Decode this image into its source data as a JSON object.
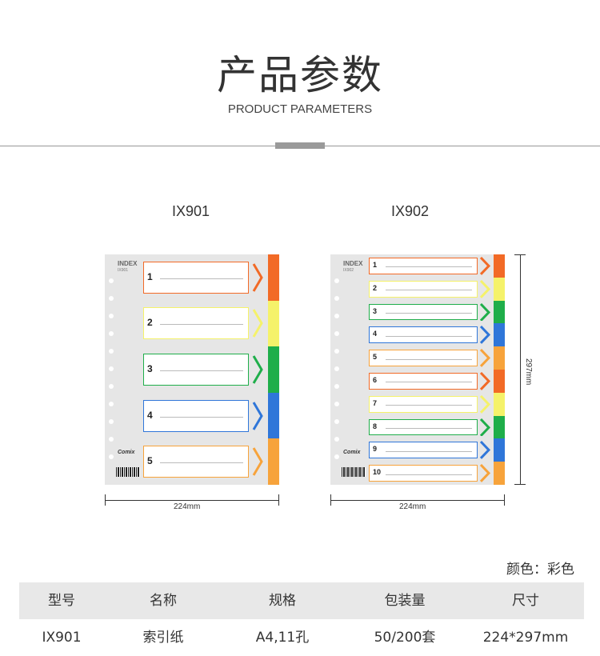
{
  "header": {
    "title_cn": "产品参数",
    "title_en": "PRODUCT PARAMETERS"
  },
  "products": [
    {
      "model": "IX901",
      "index_label": "INDEX",
      "index_sub": "IX901",
      "brand": "Comix",
      "tabs": [
        "1",
        "2",
        "3",
        "4",
        "5"
      ],
      "tab_colors": [
        "#f26a26",
        "#f5f26a",
        "#1fae4a",
        "#2f76d9",
        "#f7a33b"
      ],
      "width_label": "224mm"
    },
    {
      "model": "IX902",
      "index_label": "INDEX",
      "index_sub": "IX902",
      "brand": "Comix",
      "tabs": [
        "1",
        "2",
        "3",
        "4",
        "5",
        "6",
        "7",
        "8",
        "9",
        "10"
      ],
      "tab_colors": [
        "#f26a26",
        "#f5f26a",
        "#1fae4a",
        "#2f76d9",
        "#f7a33b",
        "#f26a26",
        "#f5f26a",
        "#1fae4a",
        "#2f76d9",
        "#f7a33b"
      ],
      "width_label": "224mm",
      "height_label": "297mm"
    }
  ],
  "color_note": "颜色：彩色",
  "spec_table": {
    "headers": [
      "型号",
      "名称",
      "规格",
      "包装量",
      "尺寸"
    ],
    "rows": [
      [
        "IX901",
        "索引纸",
        "A4,11孔",
        "50/200套",
        "224*297mm"
      ]
    ]
  }
}
